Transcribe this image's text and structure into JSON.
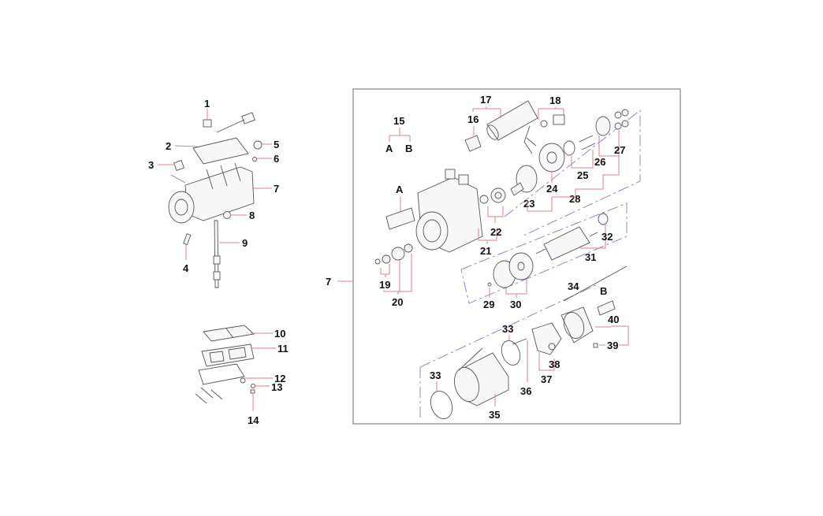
{
  "diagram": {
    "title": "Starter motor exploded parts diagram",
    "colors": {
      "leader": "#d9828b",
      "frame": "#9a9a9a",
      "dash": "#7a80c8",
      "label": "#111111"
    },
    "labels": {
      "l1": "1",
      "l2": "2",
      "l3": "3",
      "l4": "4",
      "l5": "5",
      "l6": "6",
      "l7": "7",
      "l8": "8",
      "l9": "9",
      "l10": "10",
      "l11": "11",
      "l12": "12",
      "l13": "13",
      "l14": "14",
      "l7b": "7",
      "l15": "15",
      "l15a": "A",
      "l15b": "B",
      "l16": "16",
      "l17": "17",
      "l18": "18",
      "lA": "A",
      "l19": "19",
      "l20": "20",
      "l21": "21",
      "l22": "22",
      "l23": "23",
      "l24": "24",
      "l25": "25",
      "l26": "26",
      "l27": "27",
      "l28": "28",
      "l29": "29",
      "l30": "30",
      "l31": "31",
      "l32": "32",
      "l33a": "33",
      "l33b": "33",
      "l34": "34",
      "l35": "35",
      "l36": "36",
      "l37": "37",
      "l38": "38",
      "l39": "39",
      "l40": "40",
      "lB": "B"
    }
  }
}
